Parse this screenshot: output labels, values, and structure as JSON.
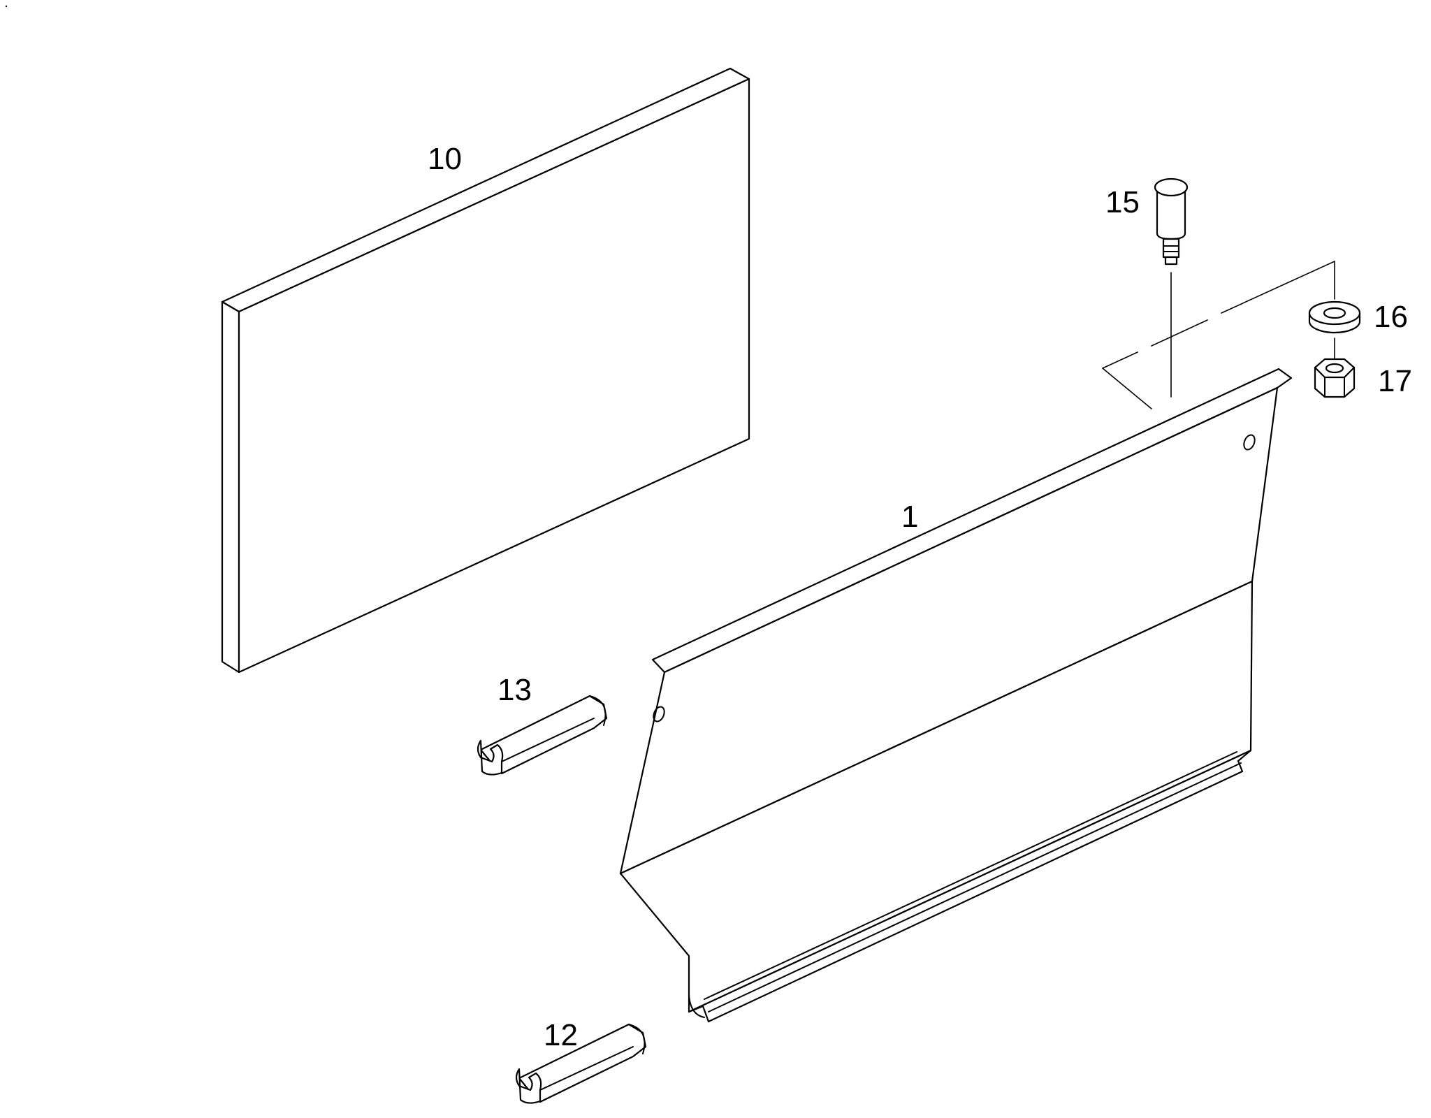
{
  "diagram": {
    "background": "#ffffff",
    "ink": "#000000",
    "callouts": {
      "panel": "10",
      "cover": "1",
      "edge_trim_upper": "13",
      "edge_trim_lower": "12",
      "bolt": "15",
      "washer": "16",
      "nut": "17"
    }
  }
}
